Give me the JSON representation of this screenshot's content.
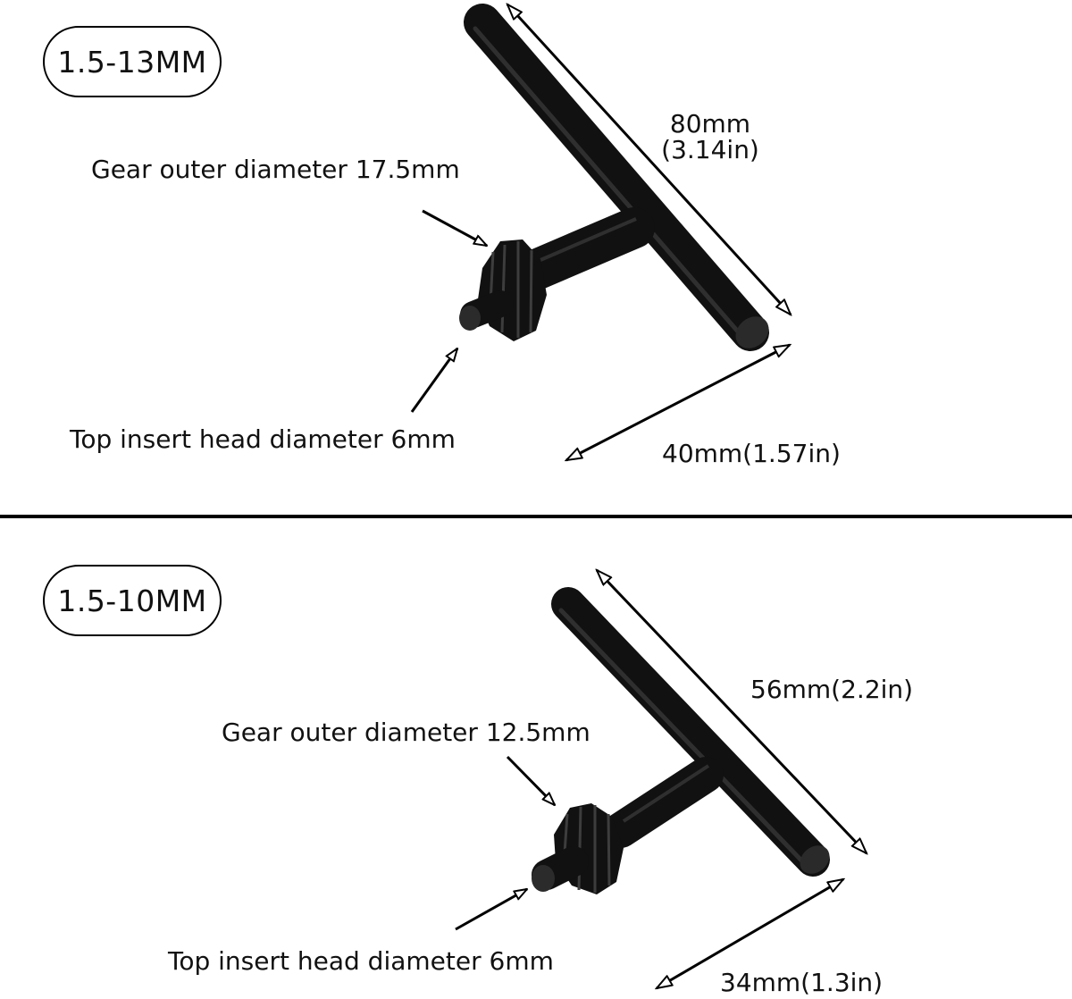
{
  "colors": {
    "background": "#ffffff",
    "ink": "#000000",
    "metal": "#1a1a1a",
    "metal_highlight": "#4a4a4a"
  },
  "sections": [
    {
      "size_badge": "1.5-13MM",
      "gear_label": "Gear outer diameter 17.5mm",
      "tip_label": "Top insert head diameter 6mm",
      "handle_length": "80mm",
      "handle_length_in": "(3.14in)",
      "shaft_length": "40mm(1.57in)"
    },
    {
      "size_badge": "1.5-10MM",
      "gear_label": "Gear outer diameter 12.5mm",
      "tip_label": "Top insert head diameter 6mm",
      "handle_length": "56mm(2.2in)",
      "shaft_length": "34mm(1.3in)"
    }
  ]
}
